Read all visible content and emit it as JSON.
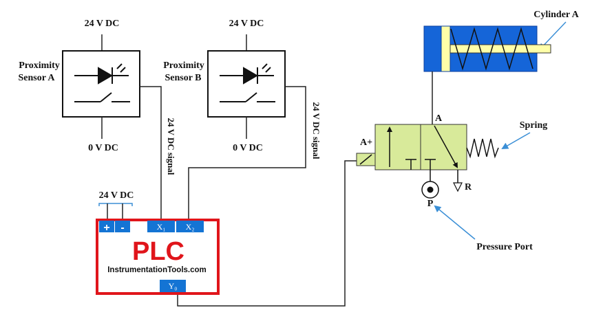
{
  "sensor_a": {
    "supply_label": "24 V DC",
    "name_line1": "Proximity",
    "name_line2": "Sensor A",
    "ground_label": "0 V DC",
    "signal_label": "24 V DC signal"
  },
  "sensor_b": {
    "supply_label": "24 V DC",
    "name_line1": "Proximity",
    "name_line2": "Sensor B",
    "ground_label": "0 V DC",
    "signal_label": "24 V DC signal"
  },
  "plc": {
    "supply_label": "24 V DC",
    "plus_label": "+",
    "minus_label": "-",
    "x1_label": "X₁",
    "x2_label": "X₂",
    "title": "PLC",
    "website": "InstrumentationTools.com",
    "y0_label": "Y₀",
    "frame_color": "#e0151b",
    "terminal_color": "#1474d4"
  },
  "valve": {
    "solenoid_label": "A+",
    "port_a_label": "A",
    "exhaust_label": "R",
    "pressure_label": "P",
    "body_color": "#d8ea9a",
    "spring_label": "Spring",
    "pressure_port_label": "Pressure Port"
  },
  "cylinder": {
    "name": "Cylinder A",
    "body_color": "#1565d8",
    "rod_color": "#ffffa8"
  }
}
